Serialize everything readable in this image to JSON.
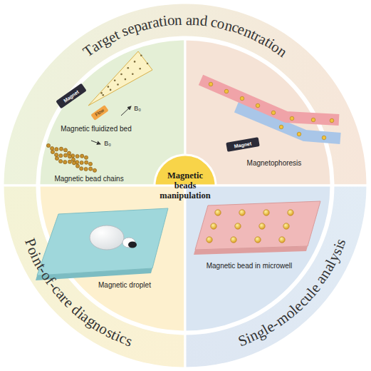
{
  "diagram": {
    "nodes": [
      {
        "text": [
          "Target separation and concentration"
        ]
      },
      {
        "text": [
          "Magnetic fluidized bed",
          "Magnetic bead chains"
        ]
      },
      {
        "text": [
          "Magnetophoresis"
        ]
      },
      {
        "text": [
          "Magnetic beads manipulation"
        ]
      },
      {
        "text": [
          "Magnetic droplet"
        ]
      },
      {
        "text": [
          "Magnetic bead in microwell"
        ]
      },
      {
        "text": [
          "Point-of-care diagnostics"
        ]
      },
      {
        "text": [
          "Single-molecule analysis"
        ]
      }
    ],
    "labels": [
      "Magnet",
      "Flow",
      "B₀",
      "B₀",
      "Magnet"
    ]
  }
}
